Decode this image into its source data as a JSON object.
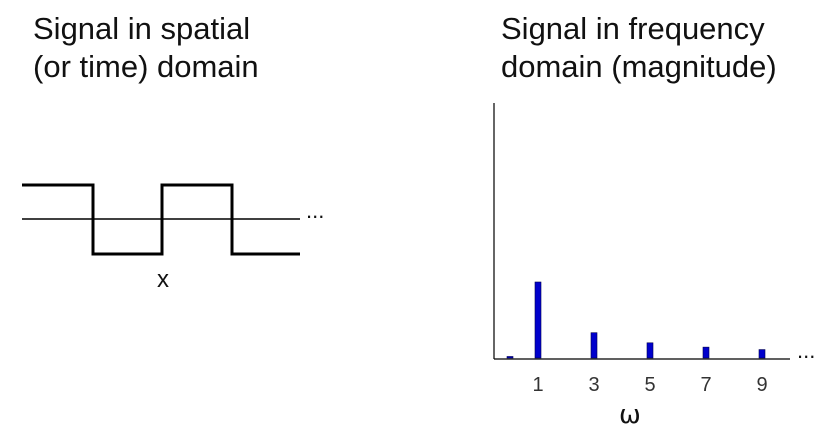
{
  "left_panel": {
    "title_line1": "Signal in spatial",
    "title_line2": "(or time) domain",
    "axis_label": "x",
    "continuation": "..."
  },
  "right_panel": {
    "title_line1": "Signal in frequency",
    "title_line2": "domain (magnitude)",
    "axis_label": "ω",
    "continuation": "..."
  },
  "chart_data": {
    "type": "bar",
    "x": [
      0,
      1,
      3,
      5,
      7,
      9
    ],
    "values": [
      0.02,
      1.0,
      0.333,
      0.2,
      0.143,
      0.111
    ],
    "tick_labels": [
      "1",
      "3",
      "5",
      "7",
      "9"
    ],
    "xlabel": "ω",
    "bar_color": "#0000cc"
  },
  "colors": {
    "line": "#000000",
    "bar": "#0000cc"
  }
}
